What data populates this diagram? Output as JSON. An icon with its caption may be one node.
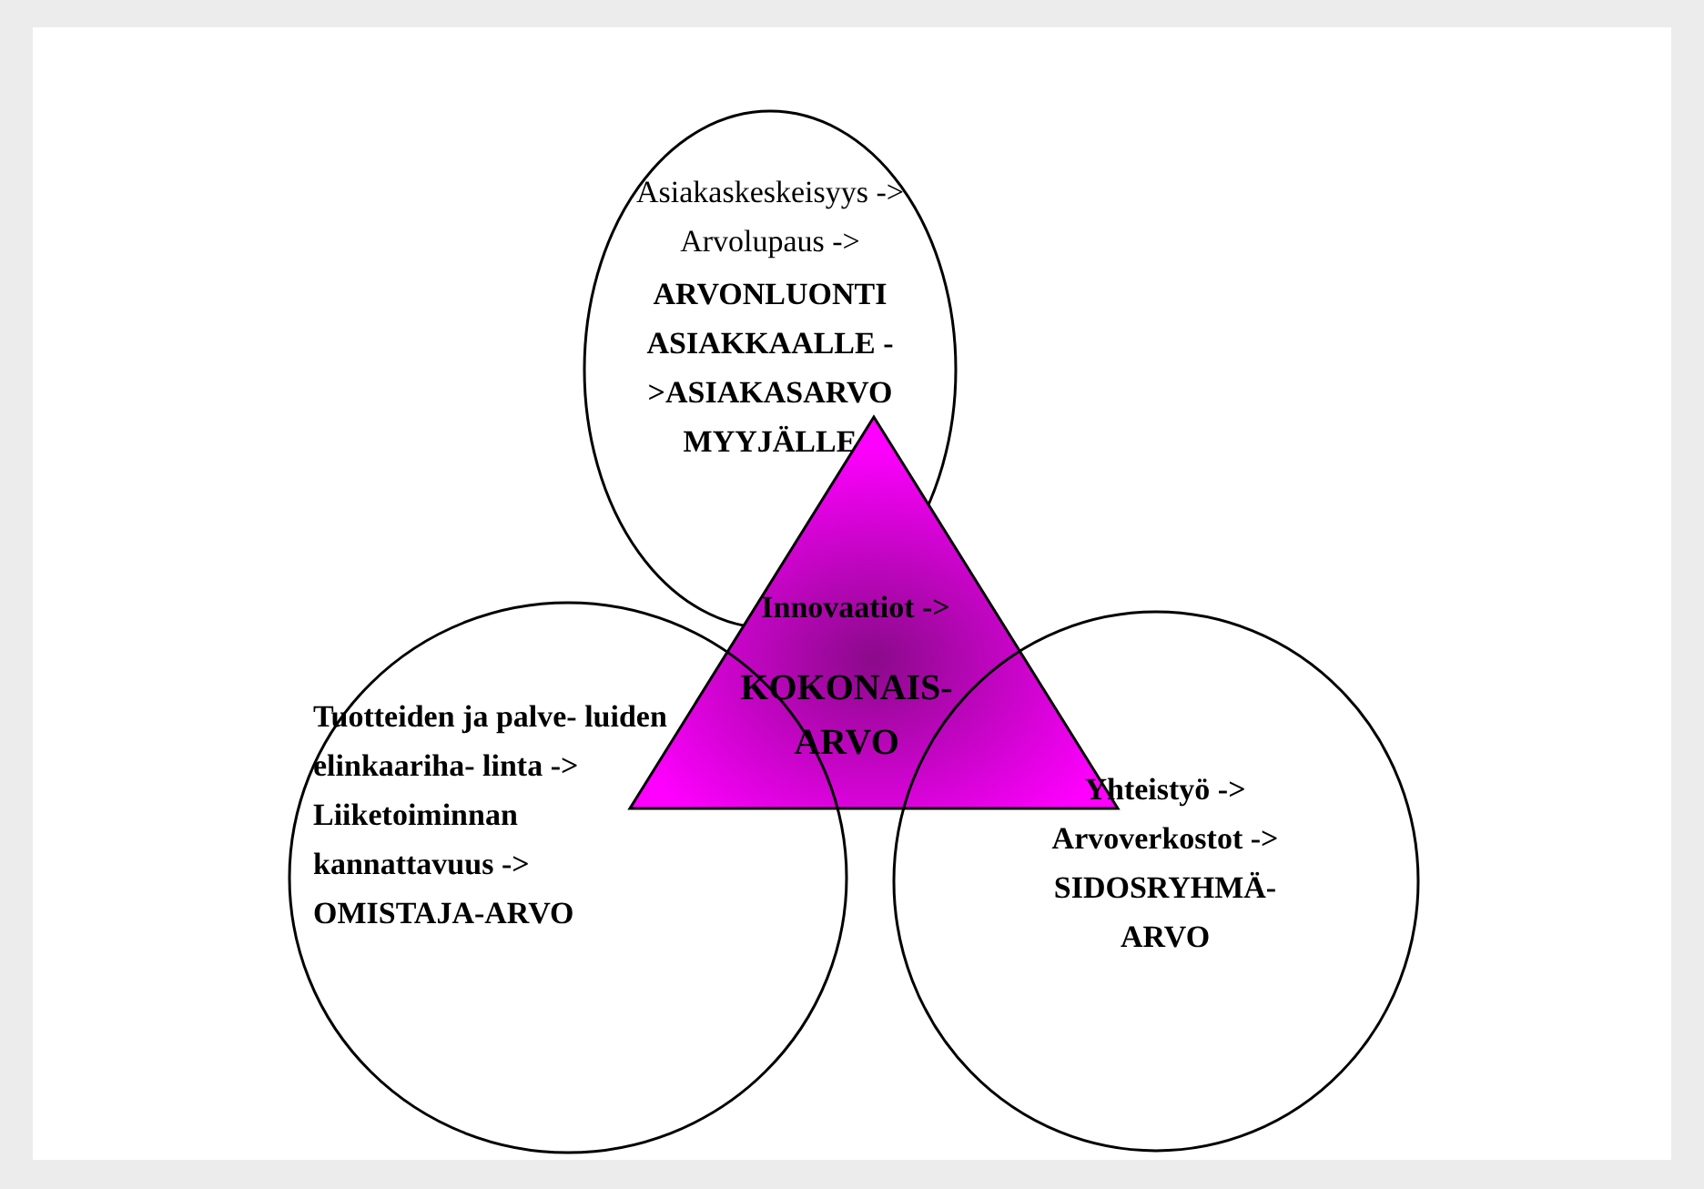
{
  "diagram": {
    "nodes": [
      {
        "text": [
          "Asiakaskeskeisyys -> Arvolupaus ->",
          "ARVONLUONTI ASIAKKAALLE ->ASIAKASARVO MYYJÄLLE"
        ]
      },
      {
        "text": [
          "Innovaatiot ->",
          "KOKONAIS- ARVO"
        ]
      },
      {
        "text": [
          "Tuotteiden ja palve- luiden elinkaariha- linta -> Liiketoiminnan kannattavuus -> OMISTAJA-ARVO"
        ]
      },
      {
        "text": [
          "Yhteistyö -> Arvoverkostot -> SIDOSRYHMÄ- ARVO"
        ]
      }
    ],
    "edges": []
  }
}
